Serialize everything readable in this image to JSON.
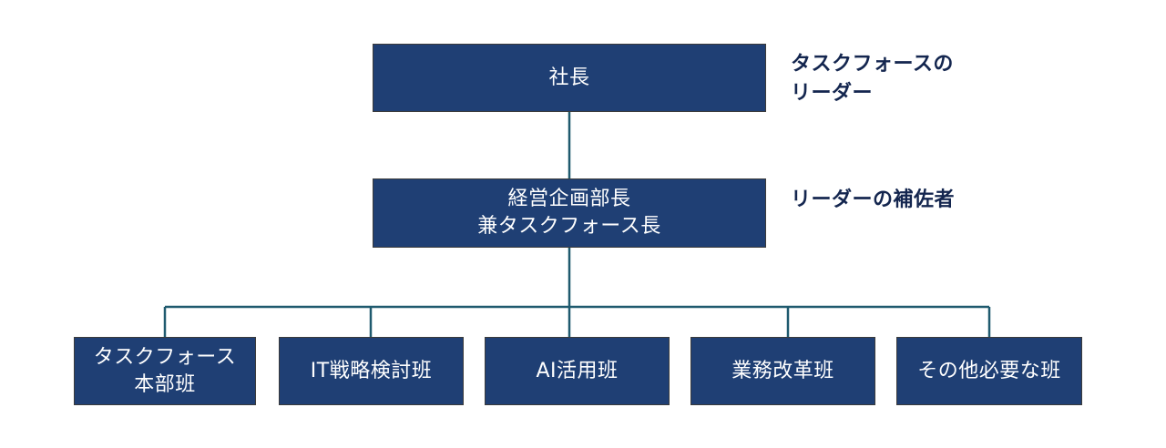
{
  "president": {
    "label": "社長"
  },
  "deputy": {
    "line1": "経営企画部長",
    "line2": "兼タスクフォース長"
  },
  "notes": {
    "leader_line1": "タスクフォースの",
    "leader_line2": "リーダー",
    "assistant": "リーダーの補佐者"
  },
  "teams": [
    {
      "line1": "タスクフォース",
      "line2": "本部班"
    },
    {
      "line1": "IT戦略検討班",
      "line2": ""
    },
    {
      "line1": "AI活用班",
      "line2": ""
    },
    {
      "line1": "業務改革班",
      "line2": ""
    },
    {
      "line1": "その他必要な班",
      "line2": ""
    }
  ],
  "colors": {
    "box_fill": "#1f3f74",
    "connector": "#1f5a6e",
    "note_text": "#14264f"
  }
}
